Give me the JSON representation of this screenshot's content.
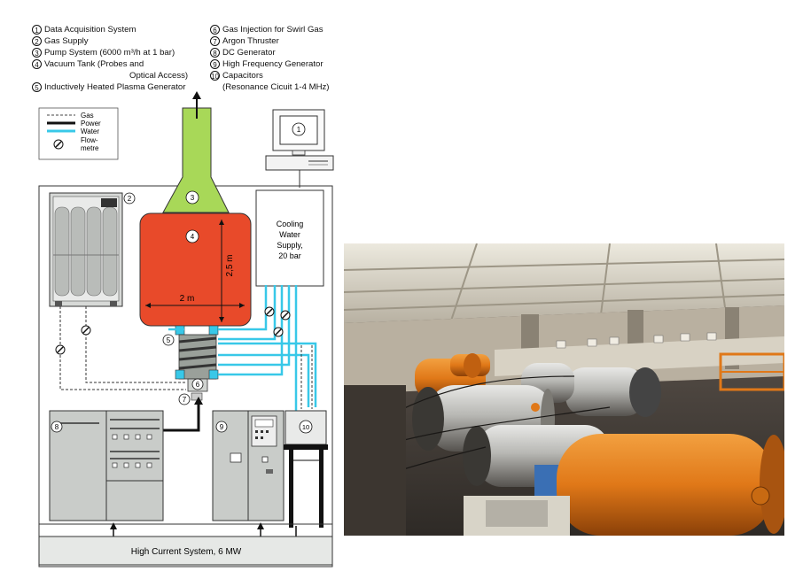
{
  "legend_left": [
    {
      "num": "1",
      "label": "Data Acquisition System"
    },
    {
      "num": "2",
      "label": "Gas Supply"
    },
    {
      "num": "3",
      "label": "Pump System (6000 m³/h at 1 bar)"
    },
    {
      "num": "4",
      "label": "Vacuum Tank (Probes and"
    },
    {
      "num": "",
      "label": "Optical Access)"
    },
    {
      "num": "5",
      "label": "Inductively Heated Plasma Generator"
    }
  ],
  "legend_right": [
    {
      "num": "6",
      "label": "Gas Injection for Swirl Gas"
    },
    {
      "num": "7",
      "label": "Argon Thruster"
    },
    {
      "num": "8",
      "label": "DC Generator"
    },
    {
      "num": "9",
      "label": "High Frequency Generator"
    },
    {
      "num": "10",
      "label": "Capacitors"
    },
    {
      "num": "",
      "label": "(Resonance Cicuit 1-4 MHz)"
    }
  ],
  "line_key": [
    {
      "label": "Gas",
      "style": "dashed"
    },
    {
      "label": "Power",
      "style": "thick"
    },
    {
      "label": "Water",
      "style": "cyan"
    },
    {
      "label": "Flow-",
      "style": "flowmeter"
    },
    {
      "label": "metre",
      "style": "none"
    }
  ],
  "components": {
    "data_acquisition": "1",
    "gas_supply": "2",
    "pump": "3",
    "vacuum_tank": "4",
    "plasma_generator": "5",
    "gas_injection": "6",
    "thruster": "7",
    "dc_generator": "8",
    "hf_generator": "9",
    "capacitors": "10"
  },
  "cooling_water": {
    "line1": "Cooling",
    "line2": "Water",
    "line3": "Supply,",
    "line4": "20 bar"
  },
  "dimensions": {
    "width": "2 m",
    "height": "2,5 m"
  },
  "high_current": "High Current System, 6 MW",
  "colors": {
    "tank": "#e84a2a",
    "pump": "#a8d858",
    "water": "#38c8e8",
    "power": "#111111",
    "equipment": "#c9ccc9"
  }
}
